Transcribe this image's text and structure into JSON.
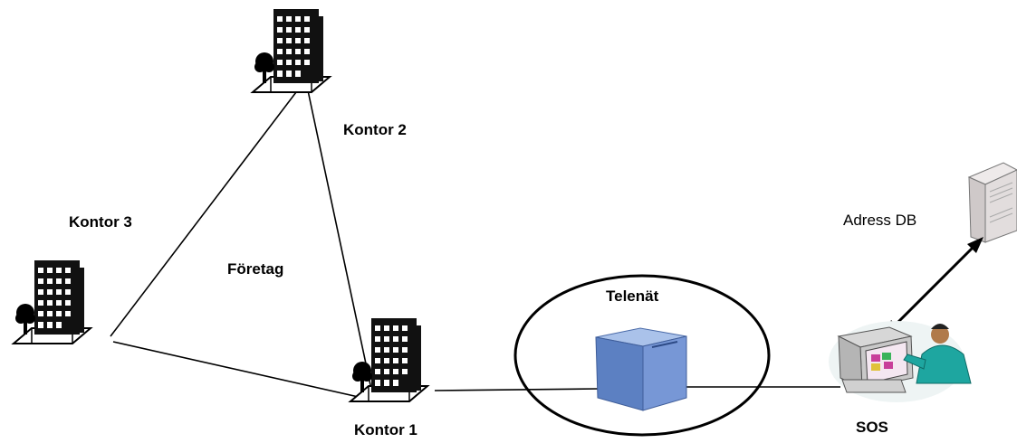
{
  "labels": {
    "kontor2": "Kontor 2",
    "kontor3": "Kontor 3",
    "foretag": "Företag",
    "kontor1": "Kontor 1",
    "telenat": "Telenät",
    "adress_db": "Adress DB",
    "sos": "SOS"
  },
  "colors": {
    "building": "#111111",
    "window": "#ffffff",
    "tree": "#000000",
    "network_switch": "#6f93d2",
    "server": "#d9d4d4",
    "workstation_shirt": "#1ea6a0"
  },
  "icons": {
    "office": "office-building-icon",
    "network": "network-switch-icon",
    "database": "server-tower-icon",
    "operator": "operator-workstation-icon"
  }
}
